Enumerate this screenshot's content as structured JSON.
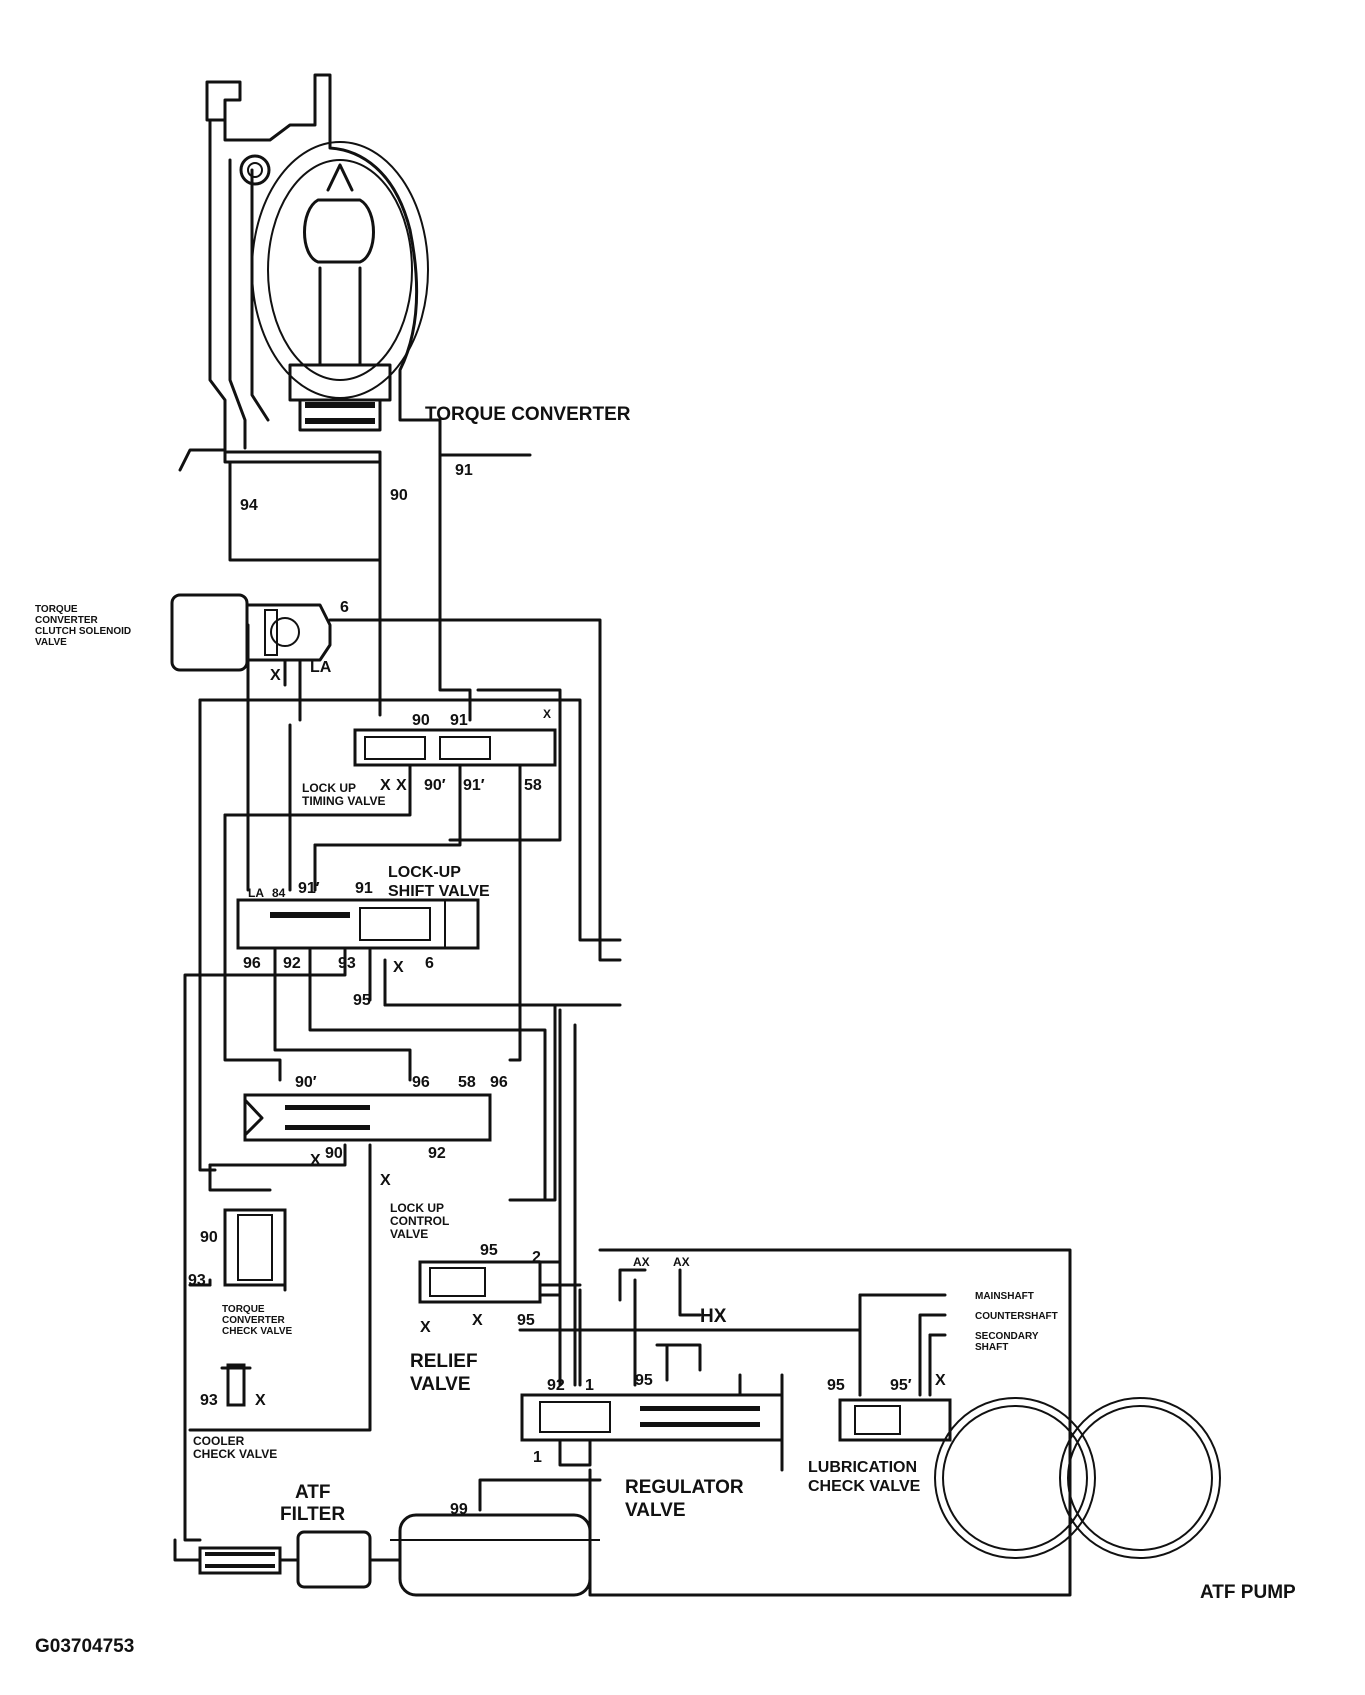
{
  "components": {
    "torque_converter": "TORQUE CONVERTER",
    "tcc_solenoid": [
      "TORQUE",
      "CONVERTER",
      "CLUTCH SOLENOID",
      "VALVE"
    ],
    "lockup_timing": [
      "LOCK UP",
      "TIMING VALVE"
    ],
    "lockup_shift": [
      "LOCK-UP",
      "SHIFT VALVE"
    ],
    "lockup_control": [
      "LOCK UP",
      "CONTROL",
      "VALVE"
    ],
    "tc_check": [
      "TORQUE",
      "CONVERTER",
      "CHECK VALVE"
    ],
    "cooler_check": [
      "COOLER",
      "CHECK VALVE"
    ],
    "relief": [
      "RELIEF",
      "VALVE"
    ],
    "atf_filter": [
      "ATF",
      "FILTER"
    ],
    "regulator": [
      "REGULATOR",
      "VALVE"
    ],
    "lubrication_check": [
      "LUBRICATION",
      "CHECK VALVE"
    ],
    "atf_pump": "ATF PUMP",
    "mainshaft": "MAINSHAFT",
    "countershaft": "COUNTERSHAFT",
    "secondary_shaft": [
      "SECONDARY",
      "SHAFT"
    ]
  },
  "ports": {
    "p94": "94",
    "p90": "90",
    "p91": "91",
    "p6": "6",
    "pLA": "LA",
    "pX": "X",
    "p90p": "90′",
    "p91p": "91′",
    "p58": "58",
    "p84": "84",
    "p96": "96",
    "p92": "92",
    "p93": "93",
    "p95": "95",
    "p2": "2",
    "p1": "1",
    "p95p": "95′",
    "p99": "99",
    "pAX": "AX",
    "pHX": "HX"
  },
  "figure_id": "G03704753"
}
